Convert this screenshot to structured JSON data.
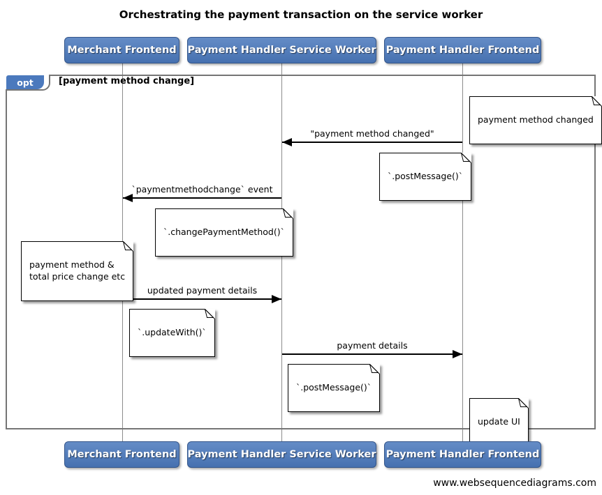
{
  "title": "Orchestrating the payment transaction on the service worker",
  "actors": [
    {
      "id": "merchant-frontend",
      "label": "Merchant Frontend"
    },
    {
      "id": "payment-handler-service-worker",
      "label": "Payment Handler Service Worker"
    },
    {
      "id": "payment-handler-frontend",
      "label": "Payment Handler Frontend"
    }
  ],
  "frame": {
    "operator": "opt",
    "guard": "[payment method change]"
  },
  "messages": [
    {
      "label": "\"payment method changed\"",
      "from": "Payment Handler Frontend",
      "to": "Payment Handler Service Worker"
    },
    {
      "label": "`paymentmethodchange` event",
      "from": "Payment Handler Service Worker",
      "to": "Merchant Frontend"
    },
    {
      "label": "updated payment details",
      "from": "Merchant Frontend",
      "to": "Payment Handler Service Worker"
    },
    {
      "label": "payment details",
      "from": "Payment Handler Service Worker",
      "to": "Payment Handler Frontend"
    }
  ],
  "notes": [
    {
      "text": "payment method changed",
      "anchor": "Payment Handler Frontend"
    },
    {
      "text": "`.postMessage()`",
      "anchor": "Payment Handler Frontend"
    },
    {
      "text": "`.changePaymentMethod()`",
      "anchor": "Payment Handler Service Worker"
    },
    {
      "text": "payment method &\ntotal price change etc",
      "anchor": "Merchant Frontend"
    },
    {
      "text": "`.updateWith()`",
      "anchor": "Merchant Frontend"
    },
    {
      "text": "`.postMessage()`",
      "anchor": "Payment Handler Service Worker"
    },
    {
      "text": "update UI",
      "anchor": "Payment Handler Frontend"
    }
  ],
  "footer": "www.websequencediagrams.com",
  "colors": {
    "actor_fill": "#4b79bd",
    "actor_border": "#33558a",
    "frame_border": "#757575",
    "lifeline": "#8c8c8c",
    "arrow": "#000000",
    "note_bg": "#ffffff"
  }
}
